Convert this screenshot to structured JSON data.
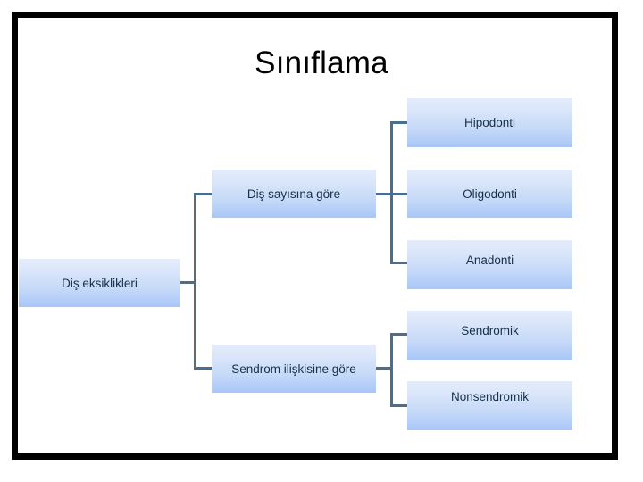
{
  "slide": {
    "title": "Sınıflama",
    "frame_color": "#000000",
    "background": "#ffffff",
    "connector_color": "#4A6E92",
    "node_fill_top": "#E3ECFB",
    "node_fill_bottom": "#A8C6F7"
  },
  "diagram": {
    "type": "hierarchy",
    "root": {
      "label": "Diş eksiklikleri"
    },
    "branches": [
      {
        "label": "Diş sayısına göre",
        "children": [
          {
            "label": "Hipodonti"
          },
          {
            "label": "Oligodonti"
          },
          {
            "label": "Anadonti"
          }
        ]
      },
      {
        "label": "Sendrom ilişkisine göre",
        "children": [
          {
            "label": "Sendromik"
          },
          {
            "label": "Nonsendromik"
          }
        ]
      }
    ]
  }
}
